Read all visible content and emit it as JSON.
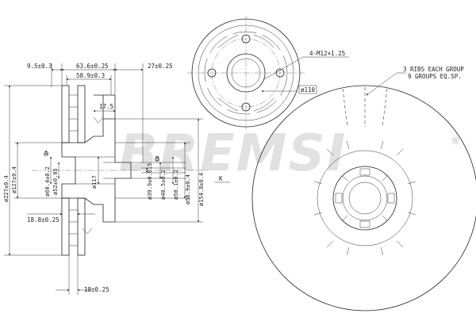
{
  "watermark": {
    "text": "BREMSI",
    "registered": "®"
  },
  "top_dims": {
    "offset_left": "9.5±0.3",
    "width_total": "63.6±0.25",
    "width_inner": "58.9±0.3",
    "offset_right": "27±0.25",
    "hub_step": "17.5"
  },
  "left_dims": {
    "outer_diameter": "ø227±0.4",
    "inner_diameter": "ø127±0.4",
    "bore_1": "ø60.4±0.2",
    "bore_2": "ø52±0.05",
    "thickness": "18.8±0.25"
  },
  "right_dims": {
    "d1": "ø39.9±0.015",
    "d2": "ø40.5±0.2",
    "d3": "ø50.1±0.2",
    "d4": "ø58.9±0.4",
    "d5": "ø154.8±0.4",
    "d_mid": "ø117"
  },
  "bottom_dims": {
    "vent_width": "18±0.25"
  },
  "markers": {
    "datum_a": "A",
    "datum_b": "B",
    "section_mark": "K"
  },
  "front_view": {
    "bolts": "4-M12×1.25",
    "pcd": "ø110"
  },
  "rotor_view": {
    "ribs_line1": "3 RIBS EACH GROUP",
    "ribs_line2": "9 GROUPS EQ.SP."
  }
}
